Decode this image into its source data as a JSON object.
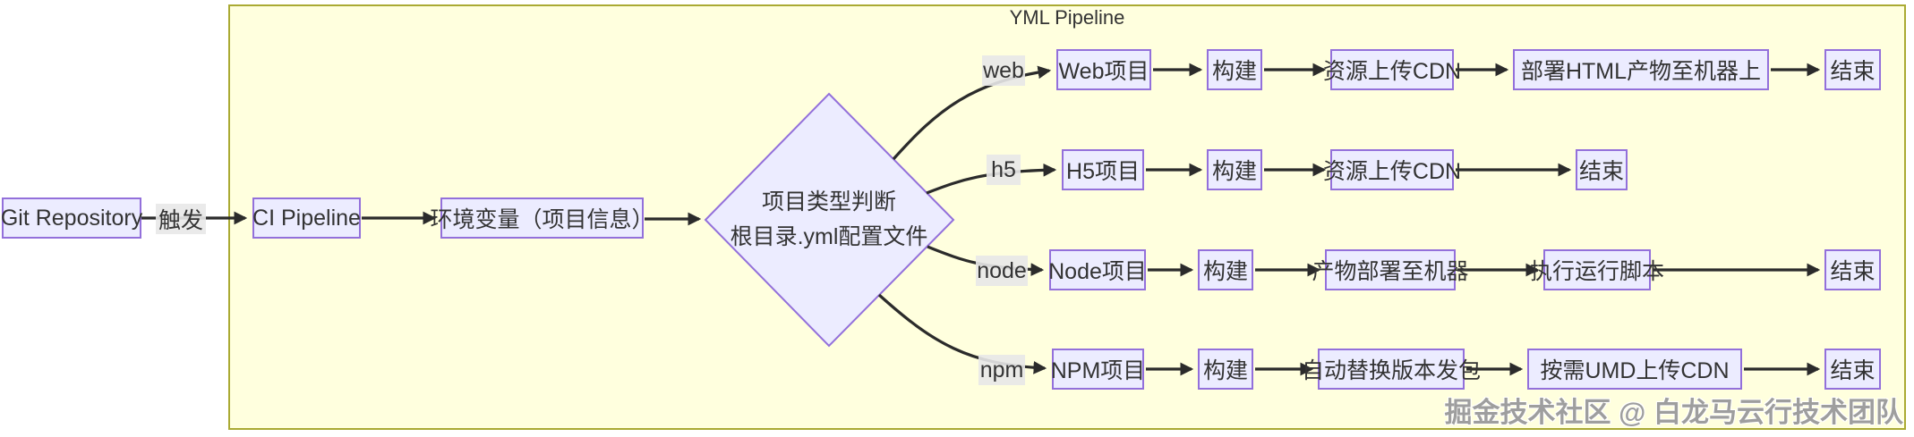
{
  "diagram": {
    "title": "YML Pipeline",
    "watermark": "掘金技术社区 @ 白龙马云行技术团队",
    "main_flow": {
      "git": "Git Repository",
      "trigger_label": "触发",
      "ci": "CI Pipeline",
      "env": "环境变量（项目信息）",
      "decision": {
        "line1": "项目类型判断",
        "line2": "根目录.yml配置文件"
      }
    },
    "branches": [
      {
        "label": "web",
        "steps": [
          "Web项目",
          "构建",
          "资源上传CDN",
          "部署HTML产物至机器上",
          "结束"
        ]
      },
      {
        "label": "h5",
        "steps": [
          "H5项目",
          "构建",
          "资源上传CDN",
          "结束"
        ]
      },
      {
        "label": "node",
        "steps": [
          "Node项目",
          "构建",
          "产物部署至机器",
          "执行运行脚本",
          "结束"
        ]
      },
      {
        "label": "npm",
        "steps": [
          "NPM项目",
          "构建",
          "自动替换版本发包",
          "按需UMD上传CDN",
          "结束"
        ]
      }
    ],
    "colors": {
      "node_fill": "#ECECFF",
      "node_border": "#9370DB",
      "group_fill": "#ffffde",
      "group_border": "#aaaa33",
      "arrow": "#333333",
      "edge_label_bg": "#e8e8e8"
    }
  }
}
